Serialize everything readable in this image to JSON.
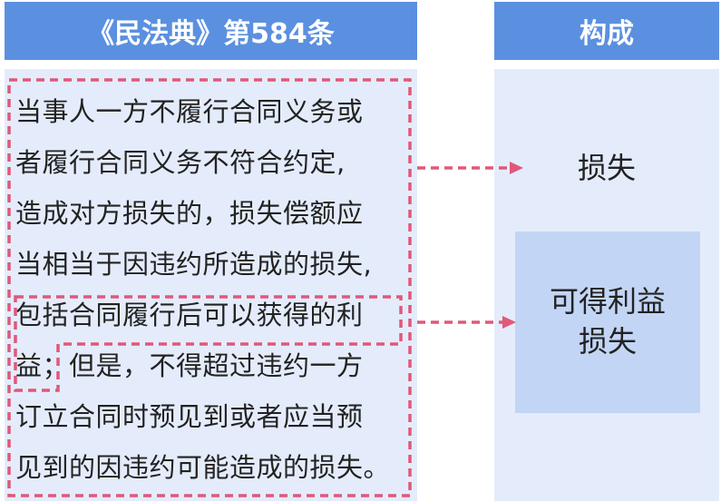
{
  "header": {
    "left_title": "《民法典》第584条",
    "right_title": "构成"
  },
  "article": {
    "lines": [
      "当事人一方不履行合同义务或",
      "者履行合同义务不符合约定,",
      "造成对方损失的，损失偿额应",
      "当相当于因违约所造成的损失,",
      "包括合同履行后可以获得的利",
      "益；但是，不得超过违约一方",
      "订立合同时预见到或者应当预",
      "见到的因违约可能造成的损失。"
    ]
  },
  "components": {
    "loss": "损失",
    "expected_profit_line1": "可得利益",
    "expected_profit_line2": "损失"
  },
  "colors": {
    "header_bg": "#5b90e0",
    "panel_bg": "#e4ecfb",
    "inner_box_bg": "#c3d5f5",
    "dash": "#e0587a"
  }
}
